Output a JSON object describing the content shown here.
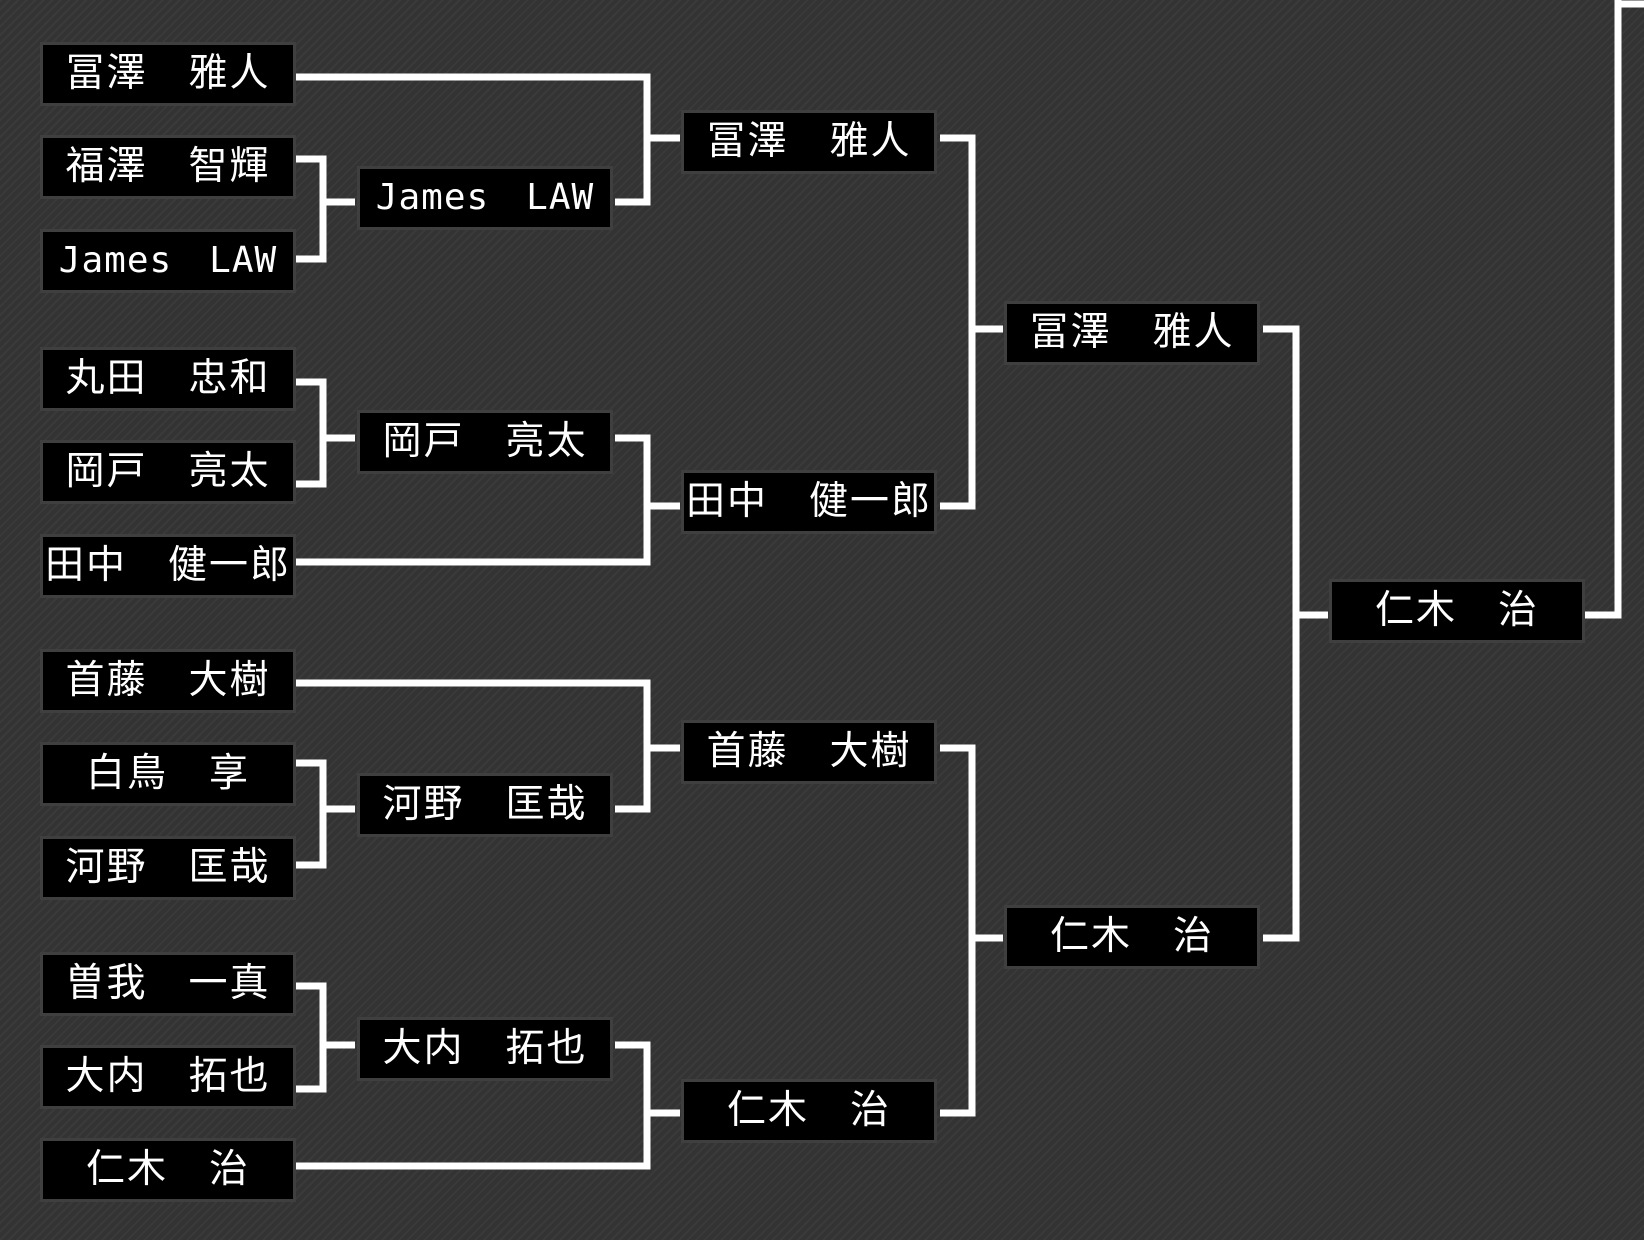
{
  "colors": {
    "background": "#333333",
    "box": "#000000",
    "box_border": "#3f3f3f",
    "text": "#ffffff",
    "line": "#ffffff"
  },
  "bracket": {
    "round1": [
      "冨澤　雅人",
      "福澤　智輝",
      "James　LAW",
      "丸田　忠和",
      "岡戸　亮太",
      "田中　健一郎",
      "首藤　大樹",
      "白鳥　享",
      "河野　匡哉",
      "曽我　一真",
      "大内　拓也",
      "仁木　治"
    ],
    "round2": [
      "James　LAW",
      "岡戸　亮太",
      "河野　匡哉",
      "大内　拓也"
    ],
    "round3": [
      "冨澤　雅人",
      "田中　健一郎",
      "首藤　大樹",
      "仁木　治"
    ],
    "semifinal": [
      "冨澤　雅人",
      "仁木　治"
    ],
    "final": [
      "仁木　治"
    ]
  }
}
